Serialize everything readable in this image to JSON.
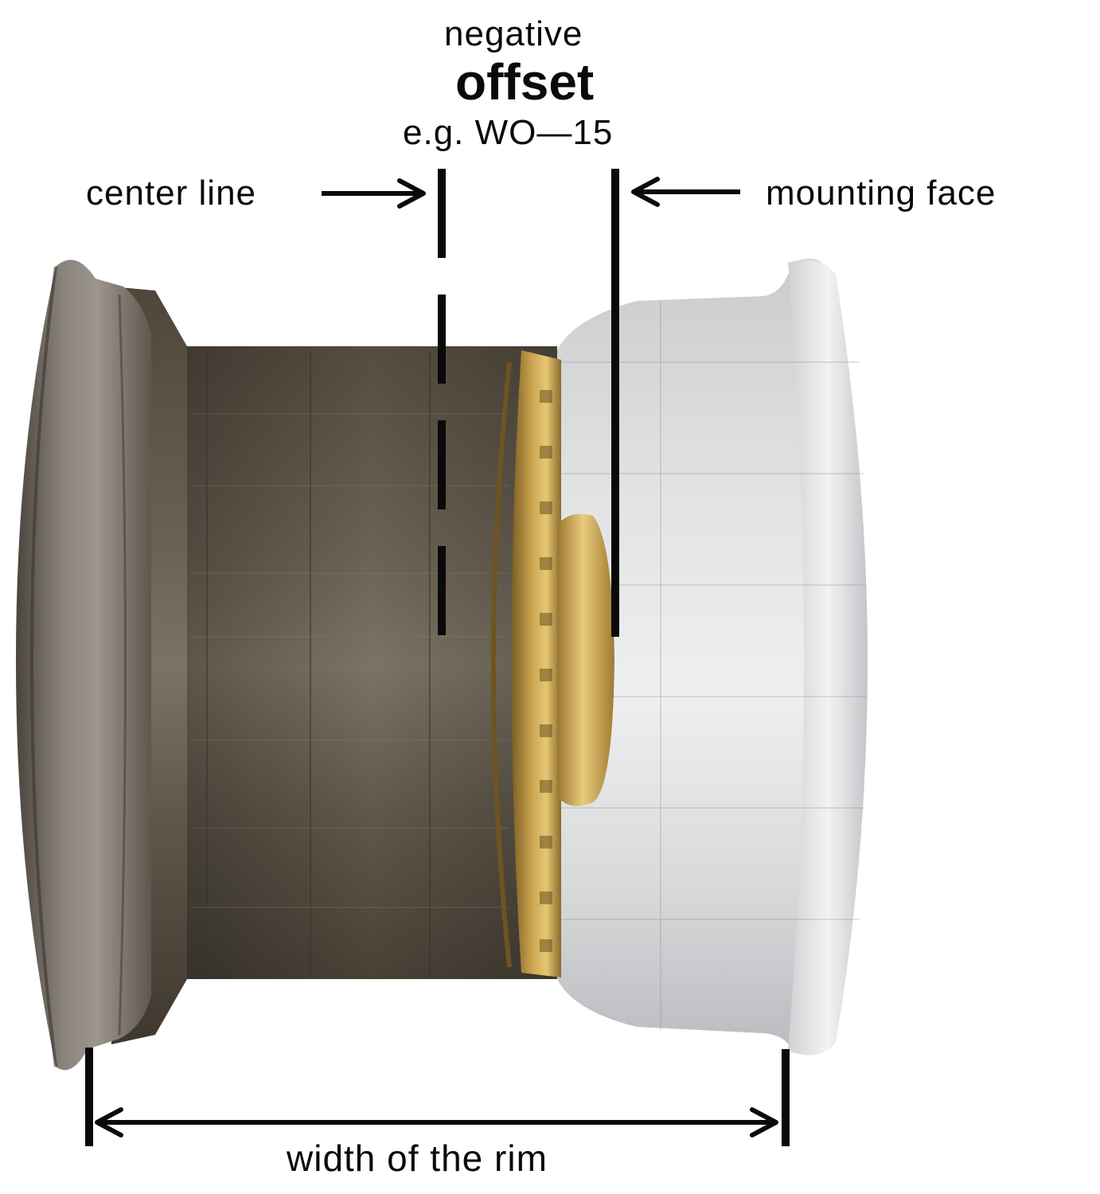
{
  "labels": {
    "negative": "negative",
    "offset": "offset",
    "example": "e.g. WO—15",
    "center_line": "center line",
    "mounting_face": "mounting face",
    "rim_width": "width of the rim"
  },
  "colors": {
    "line": "#0a0a0a",
    "inner_barrel": "#5a5042",
    "outer_barrel": "#d4d6d8",
    "rim_flange_left": "#6b655d",
    "wheel_center": "#b08a3e"
  }
}
